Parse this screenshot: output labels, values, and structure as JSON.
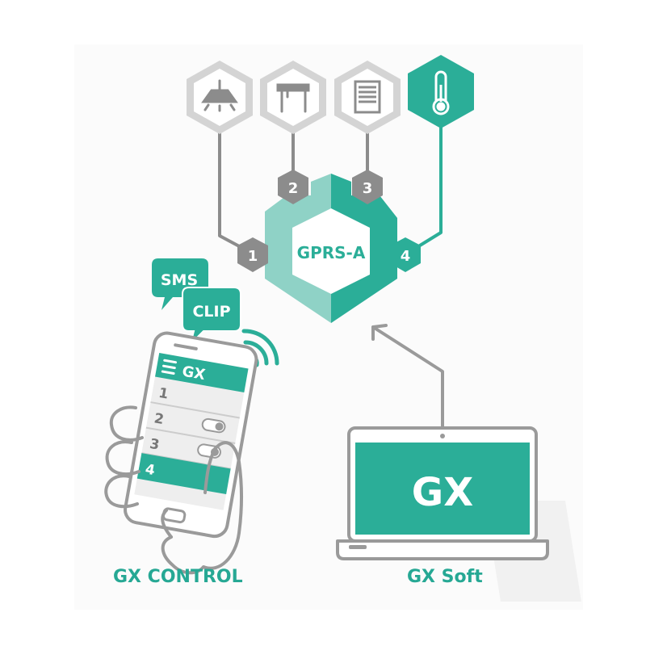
{
  "colors": {
    "teal": "#2bae98",
    "teal_light": "#8fd2c6",
    "gray": "#8c8c8c",
    "gray_light": "#d4d4d4",
    "gray_bg": "#f1f1f1"
  },
  "devices": [
    {
      "icon": "ceiling-lamp-icon"
    },
    {
      "icon": "awning-icon"
    },
    {
      "icon": "roller-shutter-icon"
    },
    {
      "icon": "thermometer-icon"
    }
  ],
  "module": {
    "label": "GPRS-A"
  },
  "ports": [
    "1",
    "2",
    "3",
    "4"
  ],
  "bubbles": {
    "sms": "SMS",
    "clip": "CLIP"
  },
  "phone": {
    "header_icon": "hamburger-menu-icon",
    "header_title": "GX",
    "rows": [
      "1",
      "2",
      "3",
      "4"
    ]
  },
  "laptop": {
    "screen_text": "GX"
  },
  "captions": {
    "left": "GX CONTROL",
    "right": "GX Soft"
  }
}
